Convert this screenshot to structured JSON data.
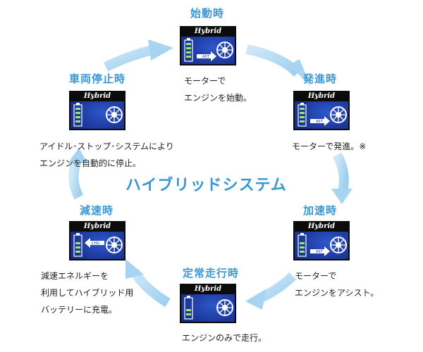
{
  "diagram_title": "ハイブリッドシステム",
  "panel_brand": "Hybrid",
  "stages": {
    "start": {
      "title": "始動時",
      "desc": "モーターで\nエンジンを始動。",
      "badge": "AST"
    },
    "takeoff": {
      "title": "発進時",
      "desc": "モーターで発進。※",
      "badge": "AST"
    },
    "accel": {
      "title": "加速時",
      "desc": "モーターで\nエンジンをアシスト。",
      "badge": "AST"
    },
    "cruise": {
      "title": "定常走行時",
      "desc": "エンジンのみで走行。"
    },
    "decel": {
      "title": "減速時",
      "desc": "減速エネルギーを\n利用してハイブリッド用\nバッテリーに充電。",
      "badge": "CHG"
    },
    "stop": {
      "title": "車両停止時",
      "desc": "アイドル･ストップ･システムにより\nエンジンを自動的に停止。"
    }
  },
  "colors": {
    "accent": "#3a97d4",
    "arrow": "#b9dcf3",
    "panel_bg": "#1d3a9e"
  }
}
